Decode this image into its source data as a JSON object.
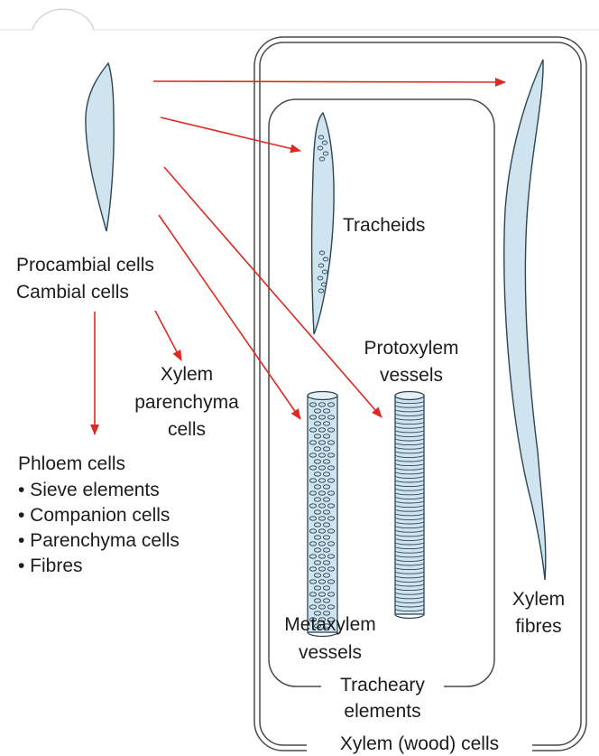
{
  "labels": {
    "procambial": "Procambial cells",
    "cambial": "Cambial cells",
    "xylem_parenchyma": [
      "Xylem",
      "parenchyma",
      "cells"
    ],
    "phloem_title": "Phloem cells",
    "phloem_items": [
      "• Sieve elements",
      "• Companion cells",
      "• Parenchyma cells",
      "• Fibres"
    ],
    "tracheids": "Tracheids",
    "protoxylem": [
      "Protoxylem",
      "vessels"
    ],
    "metaxylem": [
      "Metaxylem",
      "vessels"
    ],
    "xylem_fibres": [
      "Xylem",
      "fibres"
    ],
    "tracheary": [
      "Tracheary",
      "elements"
    ],
    "xylem_wood": "Xylem (wood) cells"
  },
  "colors": {
    "arrow": "#dd2a22",
    "cell_fill": "#cfe4ef",
    "cell_stroke": "#2b4655",
    "box": "#4a4a4a"
  }
}
